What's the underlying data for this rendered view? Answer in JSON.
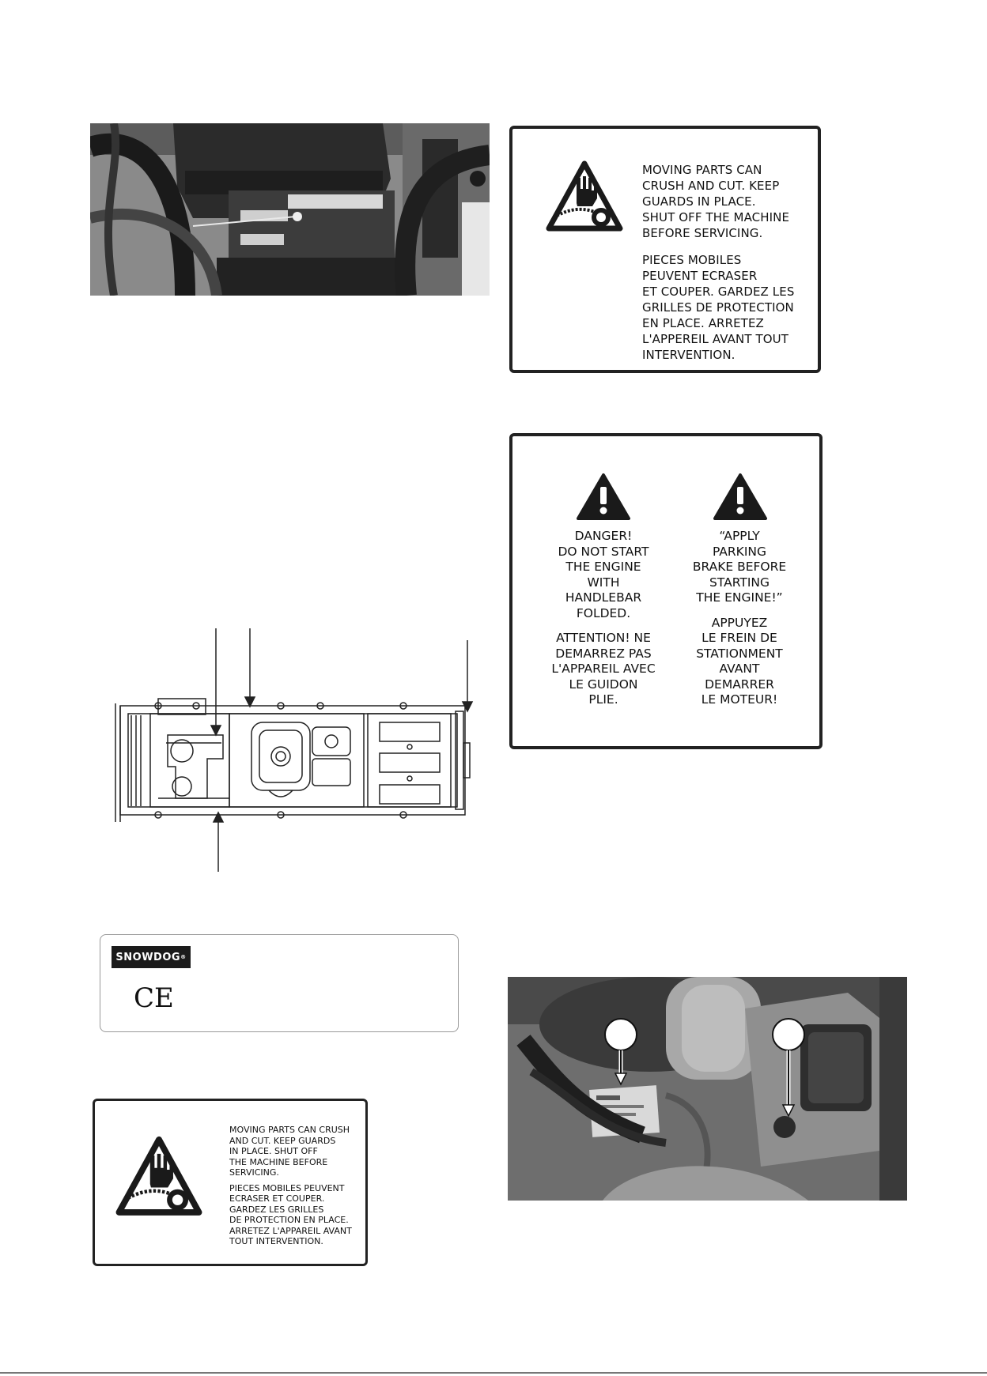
{
  "labels": {
    "moving_parts_large": {
      "english": [
        "MOVING PARTS CAN",
        "CRUSH AND CUT. KEEP",
        "GUARDS IN PLACE.",
        "SHUT OFF THE MACHINE",
        "BEFORE SERVICING."
      ],
      "french": [
        "PIECES MOBILES",
        "PEUVENT ECRASER",
        "ET COUPER. GARDEZ LES",
        "GRILLES DE PROTECTION",
        "EN PLACE. ARRETEZ",
        "L'APPEREIL AVANT TOUT",
        "INTERVENTION."
      ]
    },
    "danger_handlebar": {
      "english": [
        "DANGER!",
        "DO NOT START",
        "THE ENGINE",
        "WITH",
        "HANDLEBAR",
        "FOLDED."
      ],
      "french": [
        "ATTENTION! NE",
        "DEMARREZ PAS",
        "L'APPAREIL AVEC",
        "LE GUIDON",
        "PLIE."
      ]
    },
    "parking_brake": {
      "english": [
        "“APPLY",
        "PARKING",
        "BRAKE BEFORE",
        "STARTING",
        "THE ENGINE!”"
      ],
      "french": [
        "APPUYEZ",
        "LE FREIN DE",
        "STATIONMENT",
        "AVANT",
        "DEMARRER",
        "LE MOTEUR!"
      ]
    },
    "moving_parts_small": {
      "english": [
        "MOVING PARTS CAN CRUSH",
        "AND CUT. KEEP GUARDS",
        "IN PLACE. SHUT OFF",
        "THE MACHINE BEFORE",
        "SERVICING."
      ],
      "french": [
        "PIECES MOBILES PEUVENT",
        "ECRASER ET COUPER.",
        "GARDEZ LES GRILLES",
        "DE PROTECTION EN PLACE.",
        "ARRETEZ L'APPAREIL AVANT",
        "TOUT INTERVENTION."
      ]
    }
  },
  "plate": {
    "brand": "SNOWDOG",
    "brand_mark": "®",
    "ce": "CE"
  },
  "icons": {
    "hand_crush": "hand-crush-warning-icon",
    "danger_triangle": "exclamation-triangle-icon",
    "ce_mark": "ce-mark-icon"
  },
  "colors": {
    "border": "#222222",
    "icon": "#1a1a1a",
    "background": "#ffffff"
  }
}
